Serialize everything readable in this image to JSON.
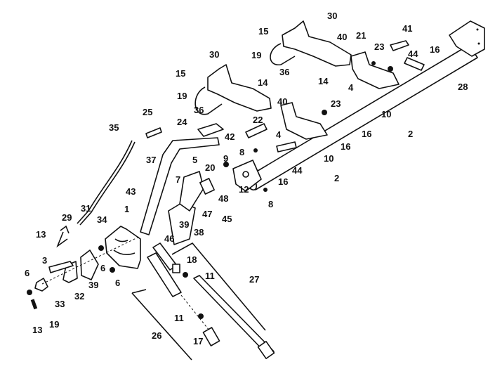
{
  "diagram": {
    "type": "exploded-parts-diagram",
    "callouts": [
      "30",
      "15",
      "19",
      "40",
      "21",
      "41",
      "23",
      "44",
      "16",
      "28",
      "30",
      "36",
      "14",
      "4",
      "15",
      "19",
      "14",
      "36",
      "40",
      "23",
      "22",
      "4",
      "10",
      "2",
      "16",
      "16",
      "25",
      "35",
      "24",
      "42",
      "8",
      "9",
      "10",
      "2",
      "44",
      "16",
      "8",
      "37",
      "5",
      "20",
      "12",
      "7",
      "48",
      "43",
      "47",
      "45",
      "31",
      "29",
      "1",
      "39",
      "38",
      "13",
      "34",
      "46",
      "18",
      "3",
      "6",
      "11",
      "27",
      "6",
      "39",
      "32",
      "6",
      "33",
      "19",
      "13",
      "11",
      "26",
      "17"
    ]
  }
}
